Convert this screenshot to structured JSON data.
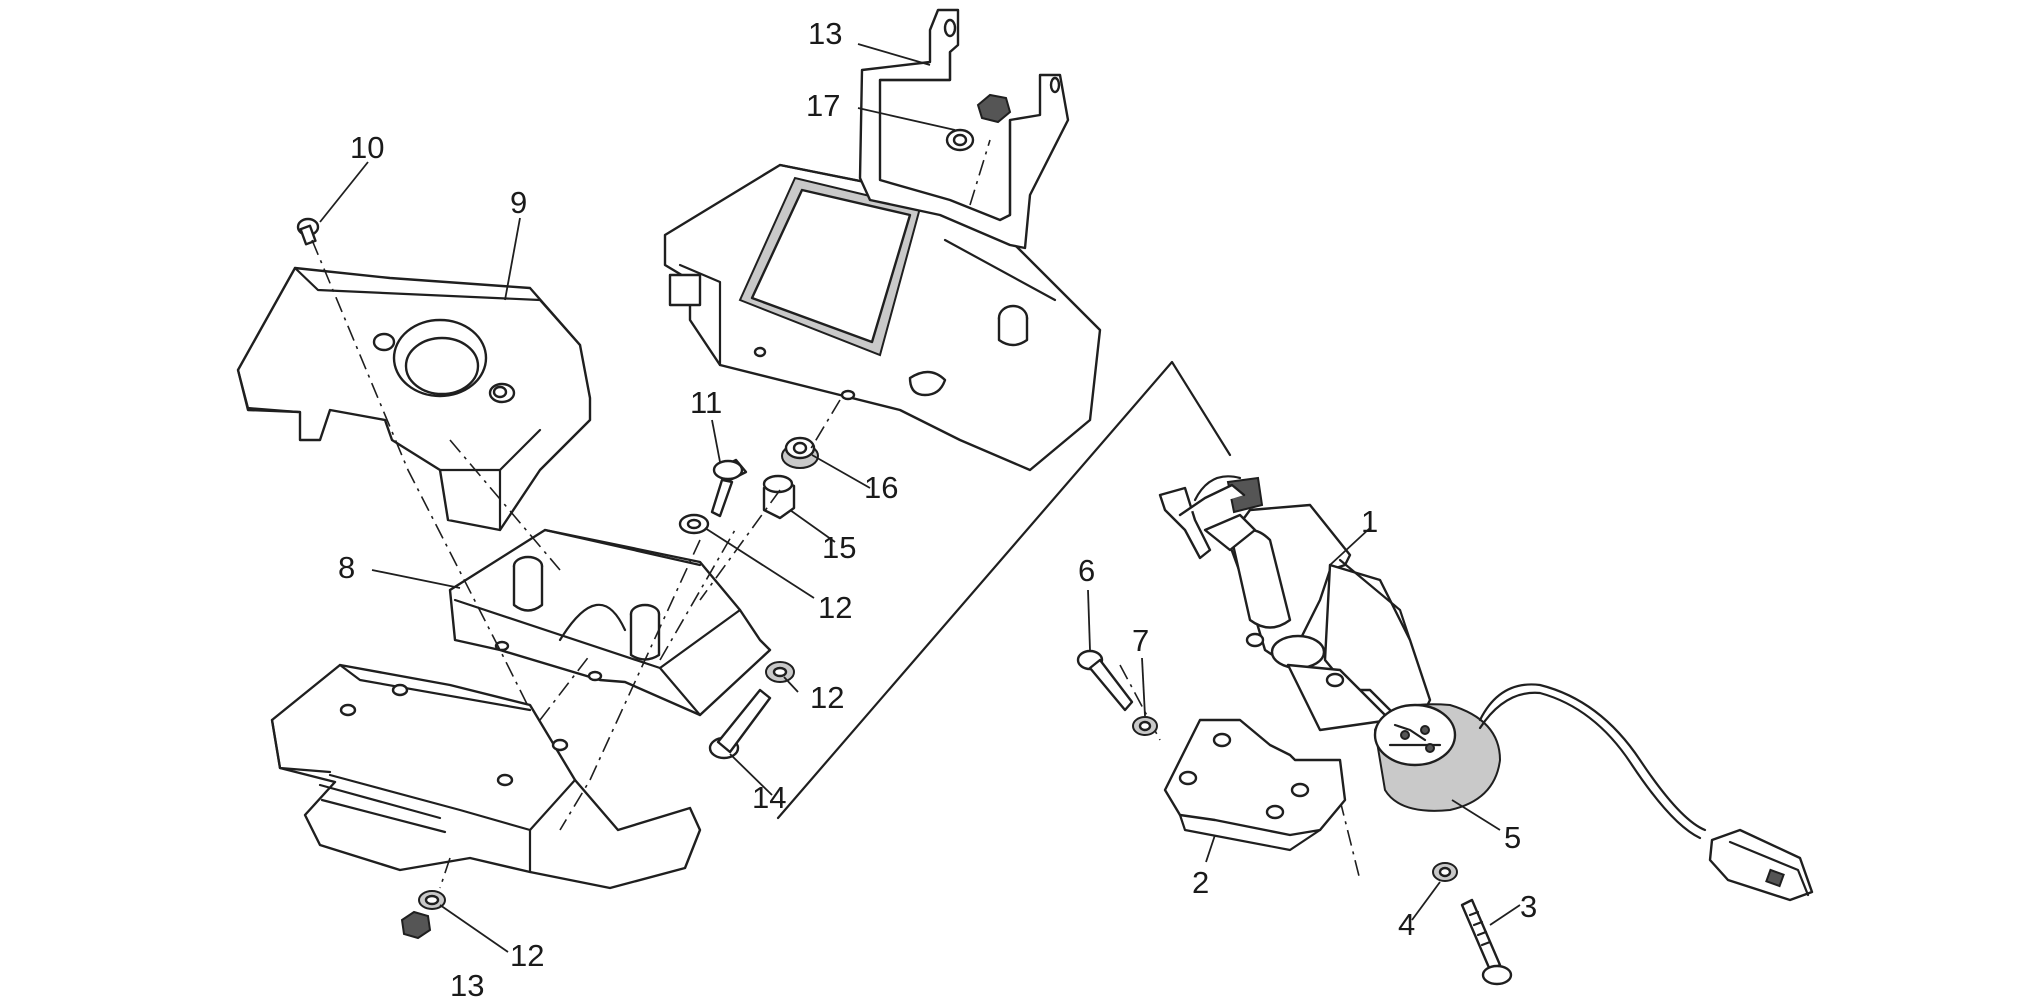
{
  "callouts": [
    {
      "id": "c1",
      "text": "1"
    },
    {
      "id": "c2",
      "text": "2"
    },
    {
      "id": "c3",
      "text": "3"
    },
    {
      "id": "c4",
      "text": "4"
    },
    {
      "id": "c5",
      "text": "5"
    },
    {
      "id": "c6",
      "text": "6"
    },
    {
      "id": "c7",
      "text": "7"
    },
    {
      "id": "c8",
      "text": "8"
    },
    {
      "id": "c9",
      "text": "9"
    },
    {
      "id": "c10",
      "text": "10"
    },
    {
      "id": "c11",
      "text": "11"
    },
    {
      "id": "c12a",
      "text": "12"
    },
    {
      "id": "c12b",
      "text": "12"
    },
    {
      "id": "c12c",
      "text": "12"
    },
    {
      "id": "c13a",
      "text": "13"
    },
    {
      "id": "c13b",
      "text": "13"
    },
    {
      "id": "c14",
      "text": "14"
    },
    {
      "id": "c15",
      "text": "15"
    },
    {
      "id": "c16",
      "text": "16"
    },
    {
      "id": "c17",
      "text": "17"
    }
  ]
}
